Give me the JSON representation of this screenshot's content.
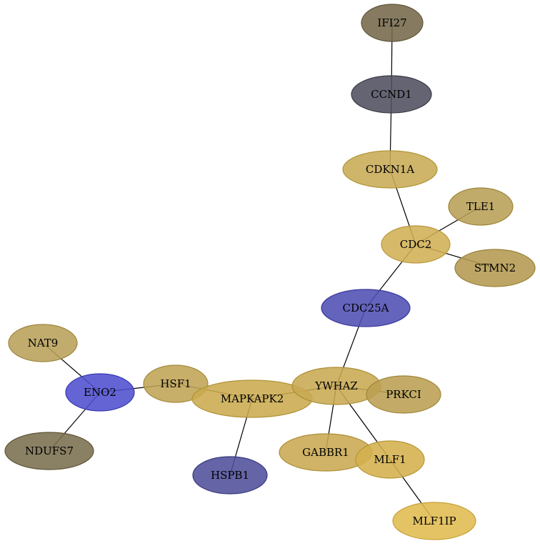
{
  "graph": {
    "nodes": [
      {
        "id": "IFI27",
        "label": "IFI27",
        "fill": "#75694a",
        "stroke": "#5f5437"
      },
      {
        "id": "CCND1",
        "label": "CCND1",
        "fill": "#4f4f5f",
        "stroke": "#3a3a48"
      },
      {
        "id": "CDKN1A",
        "label": "CDKN1A",
        "fill": "#c8ab55",
        "stroke": "#b09537"
      },
      {
        "id": "TLE1",
        "label": "TLE1",
        "fill": "#b89f55",
        "stroke": "#9c8437"
      },
      {
        "id": "CDC2",
        "label": "CDC2",
        "fill": "#d2af55",
        "stroke": "#b8963b"
      },
      {
        "id": "STMN2",
        "label": "STMN2",
        "fill": "#b49a50",
        "stroke": "#978035"
      },
      {
        "id": "CDC25A",
        "label": "CDC25A",
        "fill": "#4f4fb4",
        "stroke": "#37379a"
      },
      {
        "id": "NAT9",
        "label": "NAT9",
        "fill": "#b8a05a",
        "stroke": "#9c853d"
      },
      {
        "id": "ENO2",
        "label": "ENO2",
        "fill": "#4f4fcf",
        "stroke": "#3838b0"
      },
      {
        "id": "HSF1",
        "label": "HSF1",
        "fill": "#bfa455",
        "stroke": "#a38a39"
      },
      {
        "id": "MAPKAPK2",
        "label": "MAPKAPK2",
        "fill": "#cbab4f",
        "stroke": "#b09335"
      },
      {
        "id": "YWHAZ",
        "label": "YWHAZ",
        "fill": "#c8a852",
        "stroke": "#ab8f36"
      },
      {
        "id": "PRKCI",
        "label": "PRKCI",
        "fill": "#bb9f52",
        "stroke": "#9e8537"
      },
      {
        "id": "NDUFS7",
        "label": "NDUFS7",
        "fill": "#7a6e4f",
        "stroke": "#5f5537"
      },
      {
        "id": "GABBR1",
        "label": "GABBR1",
        "fill": "#c9a852",
        "stroke": "#ad8f36"
      },
      {
        "id": "MLF1",
        "label": "MLF1",
        "fill": "#d4b04d",
        "stroke": "#b89532"
      },
      {
        "id": "HSPB1",
        "label": "HSPB1",
        "fill": "#4f4f9a",
        "stroke": "#383880"
      },
      {
        "id": "MLF1IP",
        "label": "MLF1IP",
        "fill": "#e0bb4f",
        "stroke": "#c6a035"
      }
    ],
    "edges": [
      [
        "IFI27",
        "CCND1"
      ],
      [
        "CCND1",
        "CDKN1A"
      ],
      [
        "CDKN1A",
        "CDC2"
      ],
      [
        "CDC2",
        "TLE1"
      ],
      [
        "CDC2",
        "STMN2"
      ],
      [
        "CDC2",
        "CDC25A"
      ],
      [
        "CDC25A",
        "YWHAZ"
      ],
      [
        "YWHAZ",
        "PRKCI"
      ],
      [
        "YWHAZ",
        "GABBR1"
      ],
      [
        "YWHAZ",
        "MLF1"
      ],
      [
        "YWHAZ",
        "MAPKAPK2"
      ],
      [
        "MLF1",
        "MLF1IP"
      ],
      [
        "MAPKAPK2",
        "HSF1"
      ],
      [
        "MAPKAPK2",
        "HSPB1"
      ],
      [
        "HSF1",
        "ENO2"
      ],
      [
        "ENO2",
        "NAT9"
      ],
      [
        "ENO2",
        "NDUFS7"
      ]
    ]
  }
}
